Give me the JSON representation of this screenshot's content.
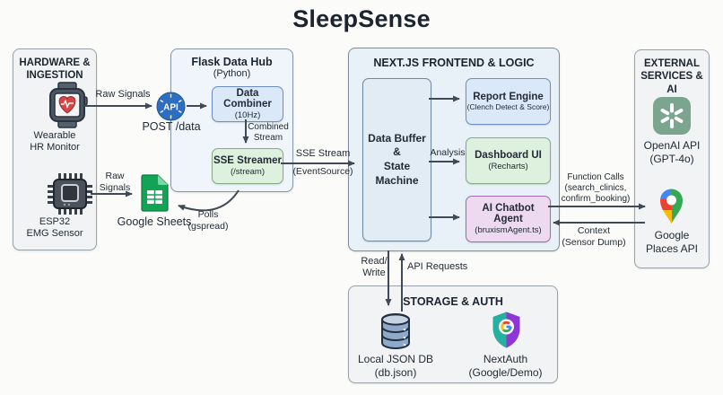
{
  "title": "SleepSense",
  "hardware_panel": {
    "title": "HARDWARE &\nINGESTION",
    "wearable_label": "Wearable\nHR Monitor",
    "esp32_label": "ESP32\nEMG Sensor"
  },
  "flask_hub": {
    "title": "Flask Data Hub",
    "subtitle": "(Python)",
    "data_combiner": {
      "title": "Data Combiner",
      "subtitle": "(10Hz)"
    },
    "sse_streamer": {
      "title": "SSE Streamer",
      "subtitle": "(/stream)"
    }
  },
  "api_node": {
    "label": "API",
    "caption": "POST /data"
  },
  "google_sheets": {
    "label": "Google Sheets"
  },
  "nextjs_panel": {
    "title": "NEXT.JS FRONTEND & LOGIC",
    "data_buffer": "Data Buffer &\nState Machine",
    "report_engine": {
      "title": "Report Engine",
      "subtitle": "(Clench Detect & Score)"
    },
    "dashboard_ui": {
      "title": "Dashboard UI",
      "subtitle": "(Recharts)"
    },
    "chatbot": {
      "title": "AI Chatbot Agent",
      "subtitle": "(bruxismAgent.ts)"
    }
  },
  "external_panel": {
    "title": "EXTERNAL\nSERVICES & AI",
    "openai_label": "OpenAI API\n(GPT-4o)",
    "places_label": "Google\nPlaces API"
  },
  "storage_panel": {
    "title": "STORAGE & AUTH",
    "db_label": "Local JSON DB\n(db.json)",
    "nextauth_label": "NextAuth\n(Google/Demo)"
  },
  "edge_labels": {
    "raw_signals_hr": "Raw Signals",
    "raw_signals_emg": "Raw\nSignals",
    "combined_stream": "Combined\nStream",
    "sse_stream": "SSE Stream",
    "sse_stream_sub": "(EventSource)",
    "polls": "Polls\n(gspread)",
    "analysis": "Analysis",
    "function_calls": "Function Calls\n(search_clinics,\nconfirm_booking)",
    "context": "Context\n(Sensor Dump)",
    "read_write": "Read/\nWrite",
    "api_requests": "API Requests"
  },
  "icons": [
    "smartwatch-icon",
    "chip-icon",
    "api-circle-icon",
    "google-sheets-icon",
    "openai-icon",
    "google-maps-pin-icon",
    "database-icon",
    "nextauth-shield-icon"
  ],
  "colors": {
    "background": "#fbfbf9",
    "panel_gray": "#f1f3f4",
    "node_blue": "#dbe8f8",
    "node_green": "#def0de",
    "node_purple": "#eddaf0",
    "api_blue": "#2e6ec0",
    "sheets_green": "#12a454",
    "sheets_fold": "#7ed6a7",
    "openai_green": "#7ba58f",
    "maps_blue": "#4285F4",
    "maps_red": "#EA4335",
    "maps_yellow": "#FBBC05",
    "maps_green": "#34A853",
    "db_blue": "#8ea9ca",
    "nextauth_teal": "#25b0a0",
    "nextauth_purple": "#9036d6",
    "arrow": "#3f4a56",
    "text": "#1b2430"
  }
}
